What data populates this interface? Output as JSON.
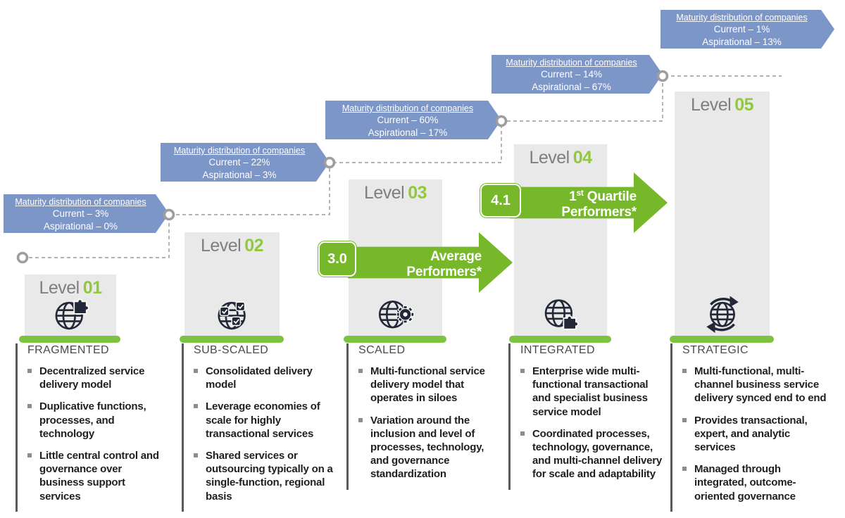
{
  "levels": [
    {
      "name": "Level",
      "number": "01",
      "category": "FRAGMENTED",
      "icon": "globe-puzzle-icon",
      "callout": {
        "title": "Maturity distribution of companies",
        "current": "Current – 3%",
        "aspirational": "Aspirational – 0%"
      },
      "bullets": [
        "Decentralized service delivery model",
        "Duplicative functions, processes, and technology",
        "Little central control and governance over business support services"
      ]
    },
    {
      "name": "Level",
      "number": "02",
      "category": "SUB-SCALED",
      "icon": "globe-checkmarks-icon",
      "callout": {
        "title": "Maturity distribution of companies",
        "current": "Current – 22%",
        "aspirational": "Aspirational – 3%"
      },
      "bullets": [
        "Consolidated delivery model",
        "Leverage economies of scale for highly transactional services",
        "Shared services or outsourcing typically on a single-function, regional basis"
      ]
    },
    {
      "name": "Level",
      "number": "03",
      "category": "SCALED",
      "icon": "globe-gear-icon",
      "callout": {
        "title": "Maturity distribution of companies",
        "current": "Current – 60%",
        "aspirational": "Aspirational – 17%"
      },
      "bullets": [
        "Multi-functional service delivery model that operates in siloes",
        "Variation around the inclusion and level of processes, technology, and governance standardization"
      ]
    },
    {
      "name": "Level",
      "number": "04",
      "category": "INTEGRATED",
      "icon": "globe-puzzle-icon",
      "callout": {
        "title": "Maturity distribution of companies",
        "current": "Current – 14%",
        "aspirational": "Aspirational – 67%"
      },
      "bullets": [
        "Enterprise wide multi-functional transactional and specialist business service model",
        "Coordinated processes, technology, governance, and multi-channel delivery for scale and adaptability"
      ]
    },
    {
      "name": "Level",
      "number": "05",
      "category": "STRATEGIC",
      "icon": "globe-sync-icon",
      "callout": {
        "title": "Maturity distribution of companies",
        "current": "Current – 1%",
        "aspirational": "Aspirational – 13%"
      },
      "bullets": [
        "Multi-functional, multi-channel business service delivery synced end to end",
        "Provides transactional, expert, and analytic services",
        "Managed through integrated, outcome-oriented governance"
      ]
    }
  ],
  "arrows": [
    {
      "score": "3.0",
      "line1_pre": "Average",
      "line1_sup": "",
      "line1_post": "",
      "line2": "Performers*"
    },
    {
      "score": "4.1",
      "line1_pre": "1",
      "line1_sup": "st",
      "line1_post": " Quartile",
      "line2": "Performers*"
    }
  ],
  "colors": {
    "callout_blue": "#7D96C8",
    "arrow_green": "#76B82A",
    "level_number_green": "#92C83E",
    "underline_bar_green": "#7DC242",
    "column_gray": "#E9E9E9",
    "bullet_text": "#1F1F1F"
  }
}
